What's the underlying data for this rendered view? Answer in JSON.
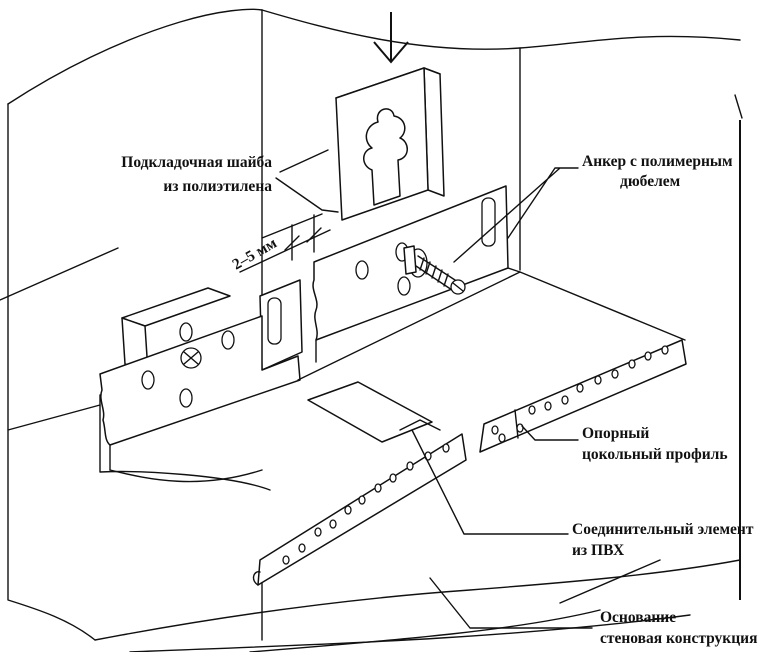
{
  "labels": {
    "washer": [
      "Подкладочная шайба",
      "из полиэтилена"
    ],
    "anchor": [
      "Анкер с полимерным",
      "дюбелем"
    ],
    "gap": "2–5 мм",
    "base_profile": [
      "Опорный",
      "цокольный профиль"
    ],
    "connector": [
      "Соединительный элемент",
      "из ПВХ"
    ],
    "wall": [
      "Основание",
      "стеновая конструкция"
    ]
  },
  "colors": {
    "line": "#111111",
    "background": "#ffffff"
  }
}
